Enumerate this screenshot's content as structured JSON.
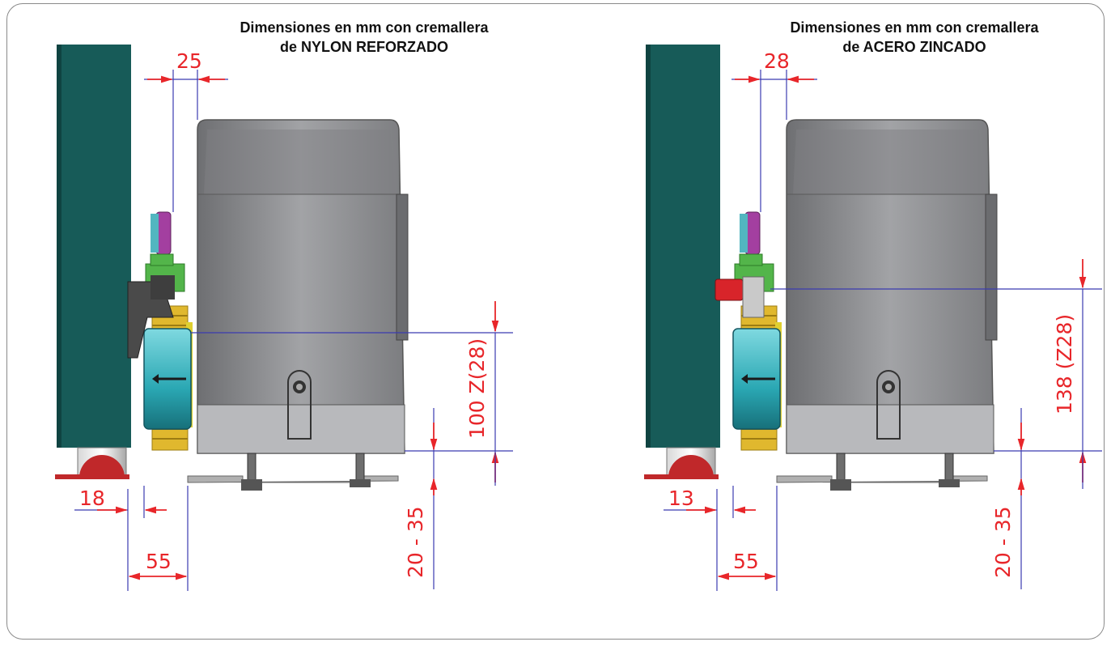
{
  "panels": [
    {
      "title_line1": "Dimensiones en mm con cremallera",
      "title_line2": "de NYLON REFORZADO",
      "dims": {
        "top_gap": "25",
        "wall_offset": "18",
        "base_width": "55",
        "rack_height": "100 Z(28)",
        "ground_gap": "20 - 35"
      }
    },
    {
      "title_line1": "Dimensiones en mm con cremallera",
      "title_line2": "de ACERO ZINCADO",
      "dims": {
        "top_gap": "28",
        "wall_offset": "13",
        "base_width": "55",
        "rack_height": "138 (Z28)",
        "ground_gap": "20 - 35"
      }
    }
  ],
  "colors": {
    "gate": "#175b58",
    "motor_body": "#8d8e91",
    "gear": "#e0b82e",
    "cover": "#3bb8c4",
    "bracket": "#53b54a",
    "cap": "#a33fa0",
    "dimension_text": "#e8262a",
    "dimension_line": "#3b3bb0"
  }
}
